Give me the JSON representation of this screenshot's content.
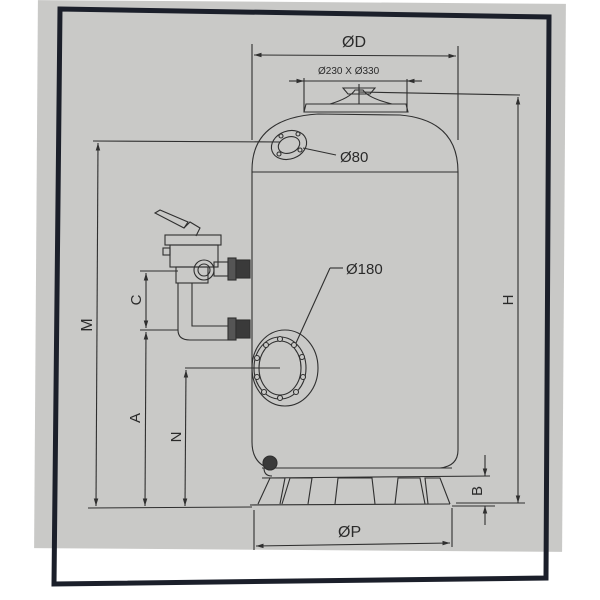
{
  "diagram": {
    "title": "Side-mount sand filter dimensional drawing",
    "colors": {
      "paper": "#c9c9c7",
      "frame": "#1b1f2a",
      "line": "#2f2f2f"
    },
    "labels": {
      "diameter_D": "ØD",
      "top_opening": "Ø230 X Ø330",
      "port_small": "Ø80",
      "manhole": "Ø180",
      "base_diameter_P": "ØP",
      "height_H": "H",
      "height_M": "M",
      "height_A": "A",
      "height_C": "C",
      "height_N": "N",
      "base_height_B": "B"
    },
    "components": [
      {
        "name": "tank-body",
        "label": "Filter tank"
      },
      {
        "name": "top-lid",
        "label": "Top cover Ø230 X Ø330"
      },
      {
        "name": "multiport-valve",
        "label": "Side-mount multiport valve"
      },
      {
        "name": "inlet-union",
        "label": "Upper union"
      },
      {
        "name": "outlet-union",
        "label": "Lower union"
      },
      {
        "name": "manhole-flange",
        "label": "Ø180 side manhole"
      },
      {
        "name": "air-port",
        "label": "Ø80 port"
      },
      {
        "name": "drain-plug",
        "label": "Drain plug"
      },
      {
        "name": "base-stand",
        "label": "Base ØP"
      }
    ]
  }
}
